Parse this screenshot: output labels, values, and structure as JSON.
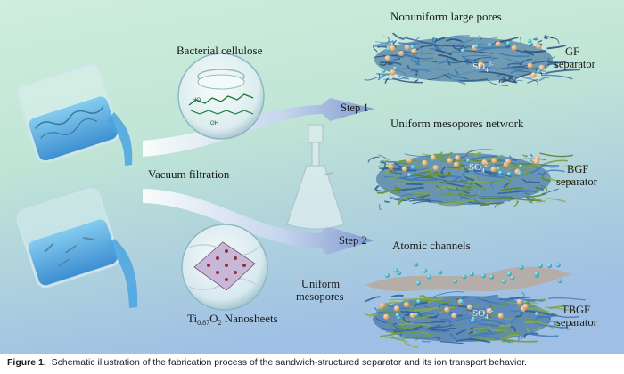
{
  "labels": {
    "bacterial_cellulose": "Bacterial cellulose",
    "nonuniform_pores": "Nonuniform large pores",
    "gf_name": "GF",
    "gf_sep": "separator",
    "step1": "Step 1",
    "uniform_network": "Uniform mesopores network",
    "bgf_name": "BGF",
    "bgf_sep": "separator",
    "vacuum": "Vacuum filtration",
    "step2": "Step 2",
    "atomic_channels": "Atomic channels",
    "uniform_mesopores_1": "Uniform",
    "uniform_mesopores_2": "mesopores",
    "tbgf_name": "TBGF",
    "tbgf_sep": "separator",
    "ti_main": "Ti",
    "ti_sub": "0.87",
    "ti_o": "O",
    "ti_o_sub": "2",
    "ti_rest": " Nanosheets",
    "so4_1": "SO",
    "so4_2": "SO",
    "so4_3": "SO",
    "so4_sub": "4",
    "so4_sup": "2-",
    "oh": "OH",
    "ho": "HO"
  },
  "caption": {
    "prefix": "Figure 1.",
    "text": "Schematic illustration of the fabrication process of the sandwich-structured separator and its ion transport behavior."
  },
  "colors": {
    "bg_top": "#c8ebd6",
    "bg_bottom": "#a9c8e6",
    "fiber_blue": "#3b6ea8",
    "fiber_green": "#6f9a3c",
    "ion_orange": "#e3b07c",
    "ion_cyan": "#3cb6c8"
  }
}
